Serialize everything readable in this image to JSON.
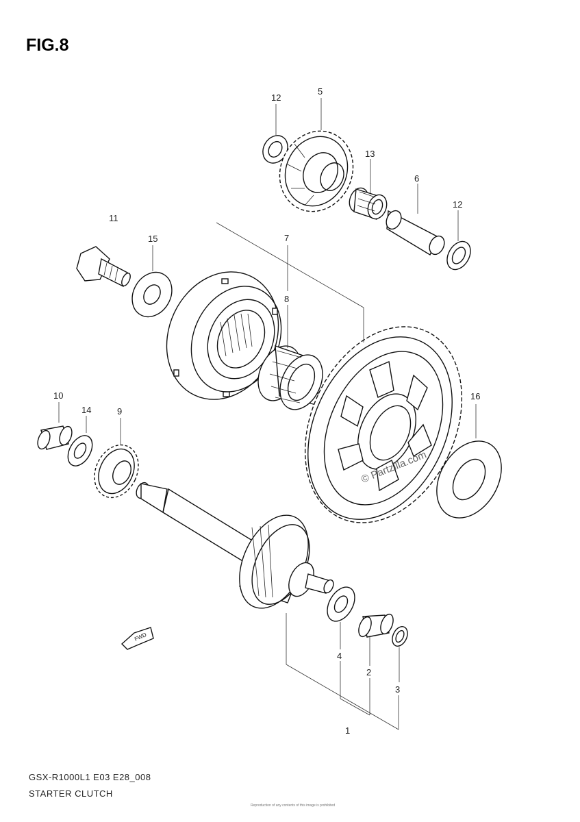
{
  "figure": {
    "title": "FIG.8",
    "model_code": "GSX-R1000L1 E03 E28_008",
    "section_name": "STARTER CLUTCH",
    "tiny_print": "Reproduction of any contents of this image is prohibited"
  },
  "watermark": "© Partzilla.com",
  "fwd_label": "FWD",
  "callouts": {
    "c1": "1",
    "c2": "2",
    "c3": "3",
    "c4": "4",
    "c5": "5",
    "c6": "6",
    "c7": "7",
    "c8": "8",
    "c9": "9",
    "c10": "10",
    "c11": "11",
    "c12a": "12",
    "c12b": "12",
    "c13": "13",
    "c14": "14",
    "c15": "15",
    "c16": "16"
  }
}
